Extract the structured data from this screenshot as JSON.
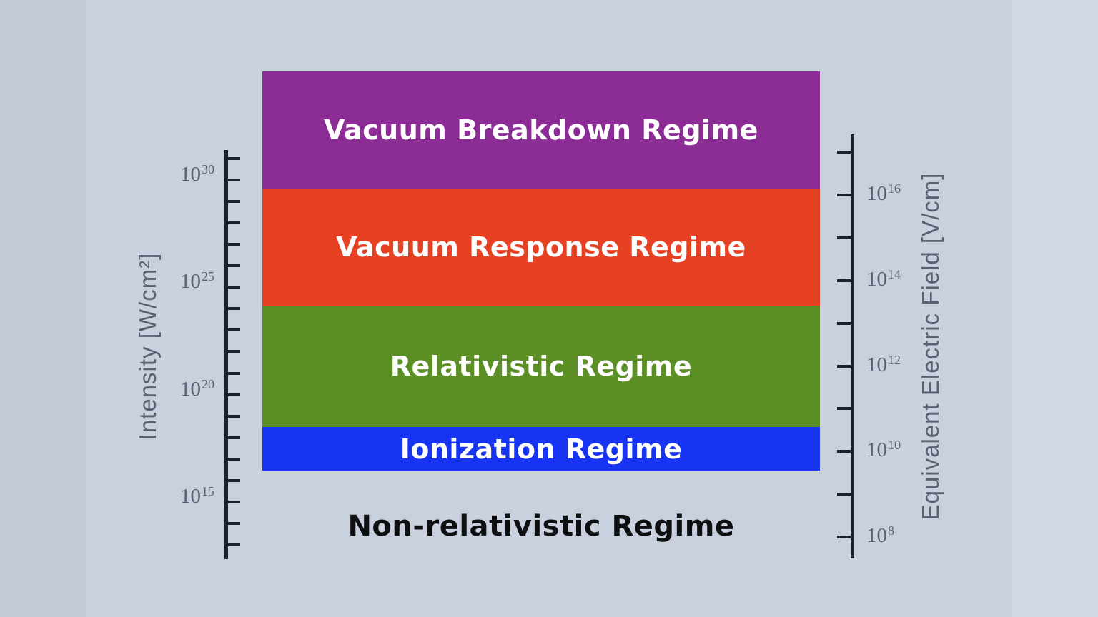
{
  "figure": {
    "background_color": "#c9d1de",
    "colors": {
      "axis": "#1c212b",
      "axis_text": "#5b6170",
      "band_text": "#ffffff",
      "outside_text": "#0d0e10"
    },
    "regimes": [
      {
        "label": "Vacuum Breakdown Regime",
        "color": "#8c2d96",
        "text_color": "#ffffff"
      },
      {
        "label": "Vacuum Response Regime",
        "color": "#e64123",
        "text_color": "#ffffff"
      },
      {
        "label": "Relativistic Regime",
        "color": "#5c8e26",
        "text_color": "#ffffff"
      },
      {
        "label": "Ionization Regime",
        "color": "#1634f2",
        "text_color": "#ffffff"
      }
    ],
    "outside_label": "Non-relativistic Regime"
  },
  "axes": {
    "left": {
      "title": "Intensity [W/cm²]",
      "base": "10",
      "tick_exponents": [
        "30",
        "25",
        "20",
        "15"
      ]
    },
    "right": {
      "title": "Equivalent Electric Field [V/cm]",
      "base": "10",
      "tick_exponents": [
        "16",
        "14",
        "12",
        "10",
        "8"
      ]
    }
  },
  "chart_data": {
    "type": "bar",
    "orientation": "horizontal-bands",
    "title": "",
    "y_axis_left": {
      "label": "Intensity [W/cm²]",
      "scale": "log",
      "labeled_ticks": [
        "10^30",
        "10^25",
        "10^20",
        "10^15"
      ],
      "minor_ticks": "one per decade",
      "approx_visible_range": [
        "10^13",
        "10^31"
      ]
    },
    "y_axis_right": {
      "label": "Equivalent Electric Field [V/cm]",
      "scale": "log",
      "labeled_ticks": [
        "10^16",
        "10^14",
        "10^12",
        "10^10",
        "10^8"
      ],
      "minor_ticks": "one per decade",
      "approx_visible_range": [
        "10^8",
        "10^17"
      ]
    },
    "bands": [
      {
        "label": "Vacuum Breakdown Regime",
        "color": "#8c2d96",
        "approx_intensity_range_W_per_cm2": [
          "~3x10^29",
          "above top of axis"
        ],
        "approx_field_range_V_per_cm": [
          "~10^16",
          "above"
        ]
      },
      {
        "label": "Vacuum Response Regime",
        "color": "#e64123",
        "approx_intensity_range_W_per_cm2": [
          "~1x10^24",
          "~3x10^29"
        ],
        "approx_field_range_V_per_cm": [
          "~2.5x10^13",
          "~10^16"
        ]
      },
      {
        "label": "Relativistic Regime",
        "color": "#5c8e26",
        "approx_intensity_range_W_per_cm2": [
          "~3x10^18",
          "~1x10^24"
        ],
        "approx_field_range_V_per_cm": [
          "~4x10^10",
          "~2.5x10^13"
        ]
      },
      {
        "label": "Ionization Regime",
        "color": "#1634f2",
        "approx_intensity_range_W_per_cm2": [
          "~3x10^16",
          "~3x10^18"
        ],
        "approx_field_range_V_per_cm": [
          "~3.5x10^9",
          "~4x10^10"
        ]
      },
      {
        "label": "Non-relativistic Regime",
        "color": null,
        "approx_intensity_range_W_per_cm2": [
          "below ~3x10^16"
        ],
        "approx_field_range_V_per_cm": [
          "below ~3.5x10^9"
        ]
      }
    ],
    "legend": "none",
    "grid": false
  }
}
